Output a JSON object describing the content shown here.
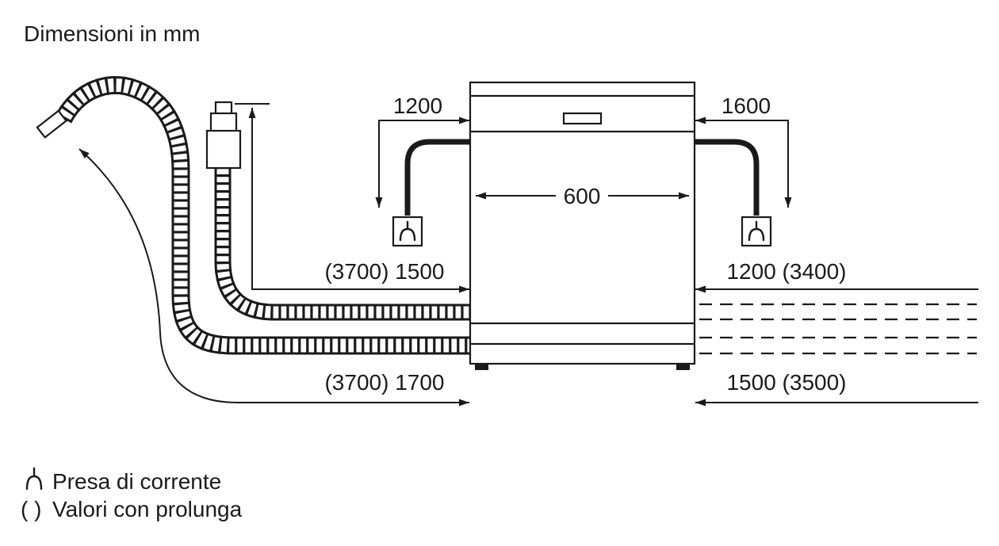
{
  "title": "Dimensioni in mm",
  "dimensions": {
    "cable_left": "1200",
    "cable_right": "1600",
    "appliance_width": "600",
    "inlet_hose": "(3700) 1500",
    "right_upper": "1200 (3400)",
    "drain_hose": "(3700) 1700",
    "right_lower": "1500 (3500)"
  },
  "legend": {
    "socket_label": "Presa di corrente",
    "extension_symbol": "( )",
    "extension_label": "Valori con prolunga"
  },
  "colors": {
    "ink": "#1a1a1a",
    "background": "#ffffff"
  }
}
